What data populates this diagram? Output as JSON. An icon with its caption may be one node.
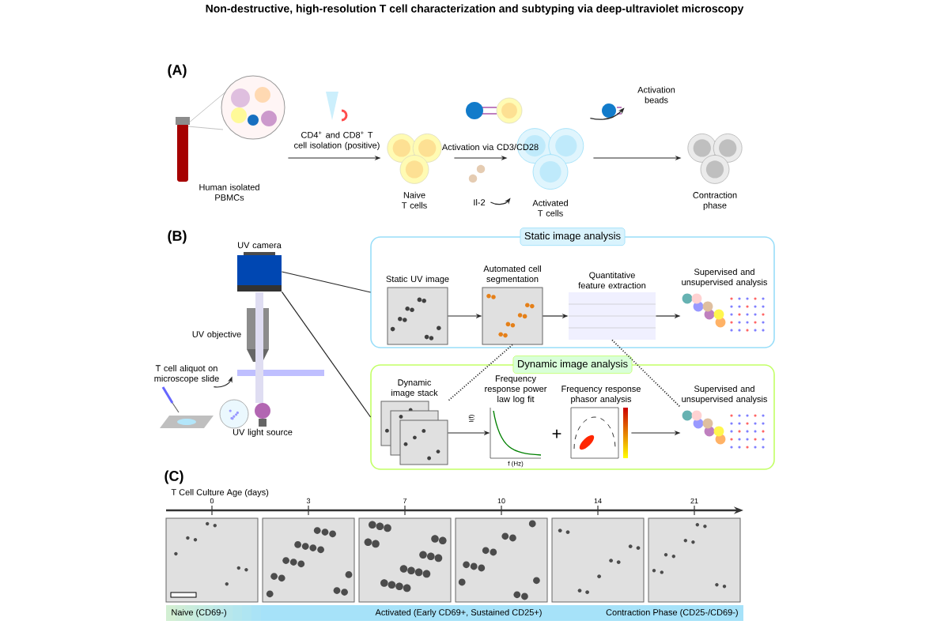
{
  "diagram": {
    "title": "Non-destructive, high-resolution T cell characterization and subtyping via deep-ultraviolet microscopy",
    "nodes": [
      {
        "text": [
          "Human isolated PBMCs"
        ]
      },
      {
        "text": [
          "Naive T cells"
        ]
      },
      {
        "text": [
          "Activated T cells"
        ]
      },
      {
        "text": [
          "Contraction phase"
        ]
      },
      {
        "text": [
          "Il-2"
        ]
      },
      {
        "text": [
          "Activation beads"
        ]
      },
      {
        "text": [
          "UV camera"
        ]
      },
      {
        "text": [
          "UV objective"
        ]
      },
      {
        "text": [
          "T cell aliquot on microscope slide"
        ]
      },
      {
        "text": [
          "UV light source"
        ]
      },
      {
        "text": [
          "Static image analysis"
        ]
      },
      {
        "text": [
          "Static UV image"
        ],
        "in": 10
      },
      {
        "text": [
          "Automated cell segmentation"
        ],
        "in": 10
      },
      {
        "text": [
          "Quantitative feature extraction"
        ],
        "in": 10
      },
      {
        "text": [
          "Supervised and unsupervised analysis"
        ],
        "in": 10
      },
      {
        "text": [
          "Dynamic image analysis"
        ]
      },
      {
        "text": [
          "Dynamic image stack"
        ],
        "in": 15
      },
      {
        "text": [
          "Frequency response power law log fit"
        ],
        "in": 15,
        "beside": [
          "f (Hz)",
          "I(f)"
        ]
      },
      {
        "text": [
          "Frequency response phasor analysis"
        ],
        "in": 15
      },
      {
        "text": [
          "Supervised and unsupervised analysis"
        ],
        "in": 15
      },
      {
        "text": [],
        "shape": "bar"
      }
    ],
    "edges": [
      {
        "from": 0,
        "to": 1,
        "arrow": "to",
        "label": "CD4$^{+}$ and CD8$^{+}$ T cell isolation (positive)"
      },
      {
        "from": 1,
        "to": 2,
        "arrow": "to",
        "label": "Activation via CD3/CD28"
      },
      {
        "from": 2,
        "to": 3,
        "arrow": "to"
      },
      {
        "from": 4,
        "to": 2,
        "arrow": "to"
      },
      {
        "from": 2,
        "to": 5,
        "arrow": "to"
      },
      {
        "from": 6,
        "to": 10,
        "arrow": "none"
      },
      {
        "from": 6,
        "to": 15,
        "arrow": "none"
      },
      {
        "from": 11,
        "to": 12,
        "arrow": "to"
      },
      {
        "from": 12,
        "to": 13,
        "arrow": "to"
      },
      {
        "from": 13,
        "to": 14,
        "arrow": "to"
      },
      {
        "from": 12,
        "to": 16,
        "arrow": "none",
        "style": "dashed"
      },
      {
        "from": 13,
        "to": 19,
        "arrow": "none",
        "style": "dashed"
      },
      {
        "from": 16,
        "to": 17,
        "arrow": "to"
      },
      {
        "from": 18,
        "to": 19,
        "arrow": "to"
      },
      {
        "from": 8,
        "to": 20,
        "arrow": "to"
      }
    ],
    "labels": [
      "(A)",
      "(B)",
      "+",
      "(C)",
      "T Cell Culture Age (days)",
      "0",
      "3",
      "7",
      "10",
      "14",
      "21",
      "Naive (CD69-)",
      "Activated (Early CD69+, Sustained CD25+)",
      "Contraction Phase (CD25-/CD69-)"
    ]
  }
}
